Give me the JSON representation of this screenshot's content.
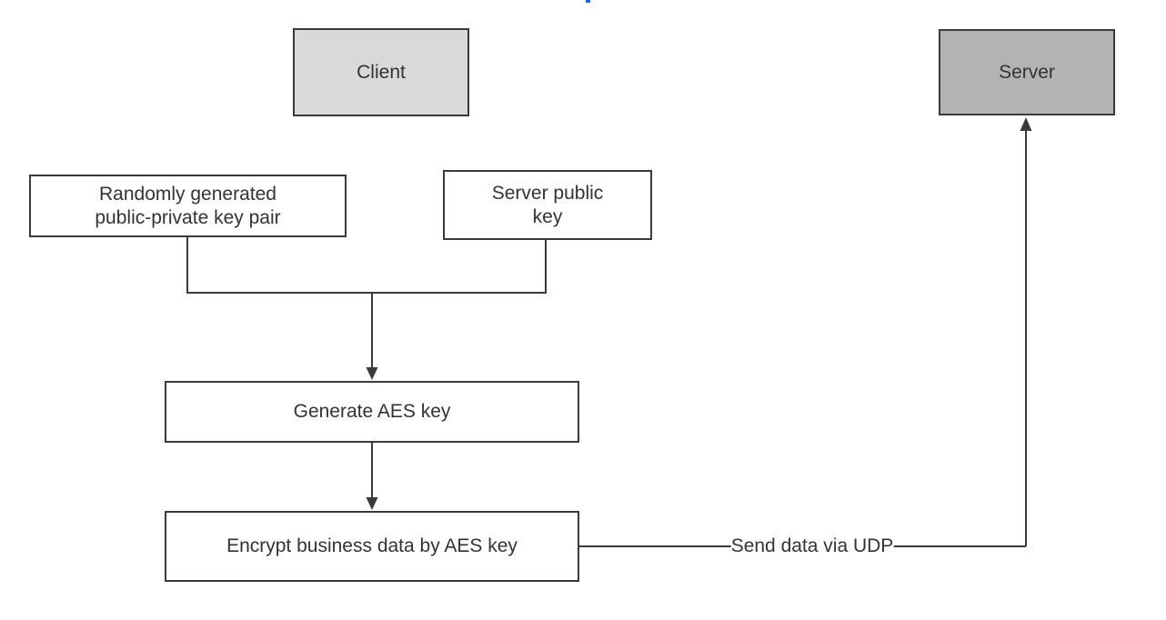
{
  "nodes": {
    "client": {
      "label": "Client"
    },
    "server": {
      "label": "Server"
    },
    "keypair": {
      "label": "Randomly generated\npublic-private key pair"
    },
    "server_public_key": {
      "label": "Server public\nkey"
    },
    "generate_aes": {
      "label": "Generate AES key"
    },
    "encrypt": {
      "label": "Encrypt business data by AES key"
    }
  },
  "edges": {
    "send_udp": {
      "label": "Send data via UDP"
    }
  },
  "colors": {
    "client_fill": "#d9d9d9",
    "server_fill": "#b3b3b3",
    "node_fill": "#ffffff",
    "border": "#3a3a3a",
    "line": "#3a3a3a",
    "text": "#333333",
    "background": "#ffffff",
    "artifact_blue": "#1b64da"
  }
}
